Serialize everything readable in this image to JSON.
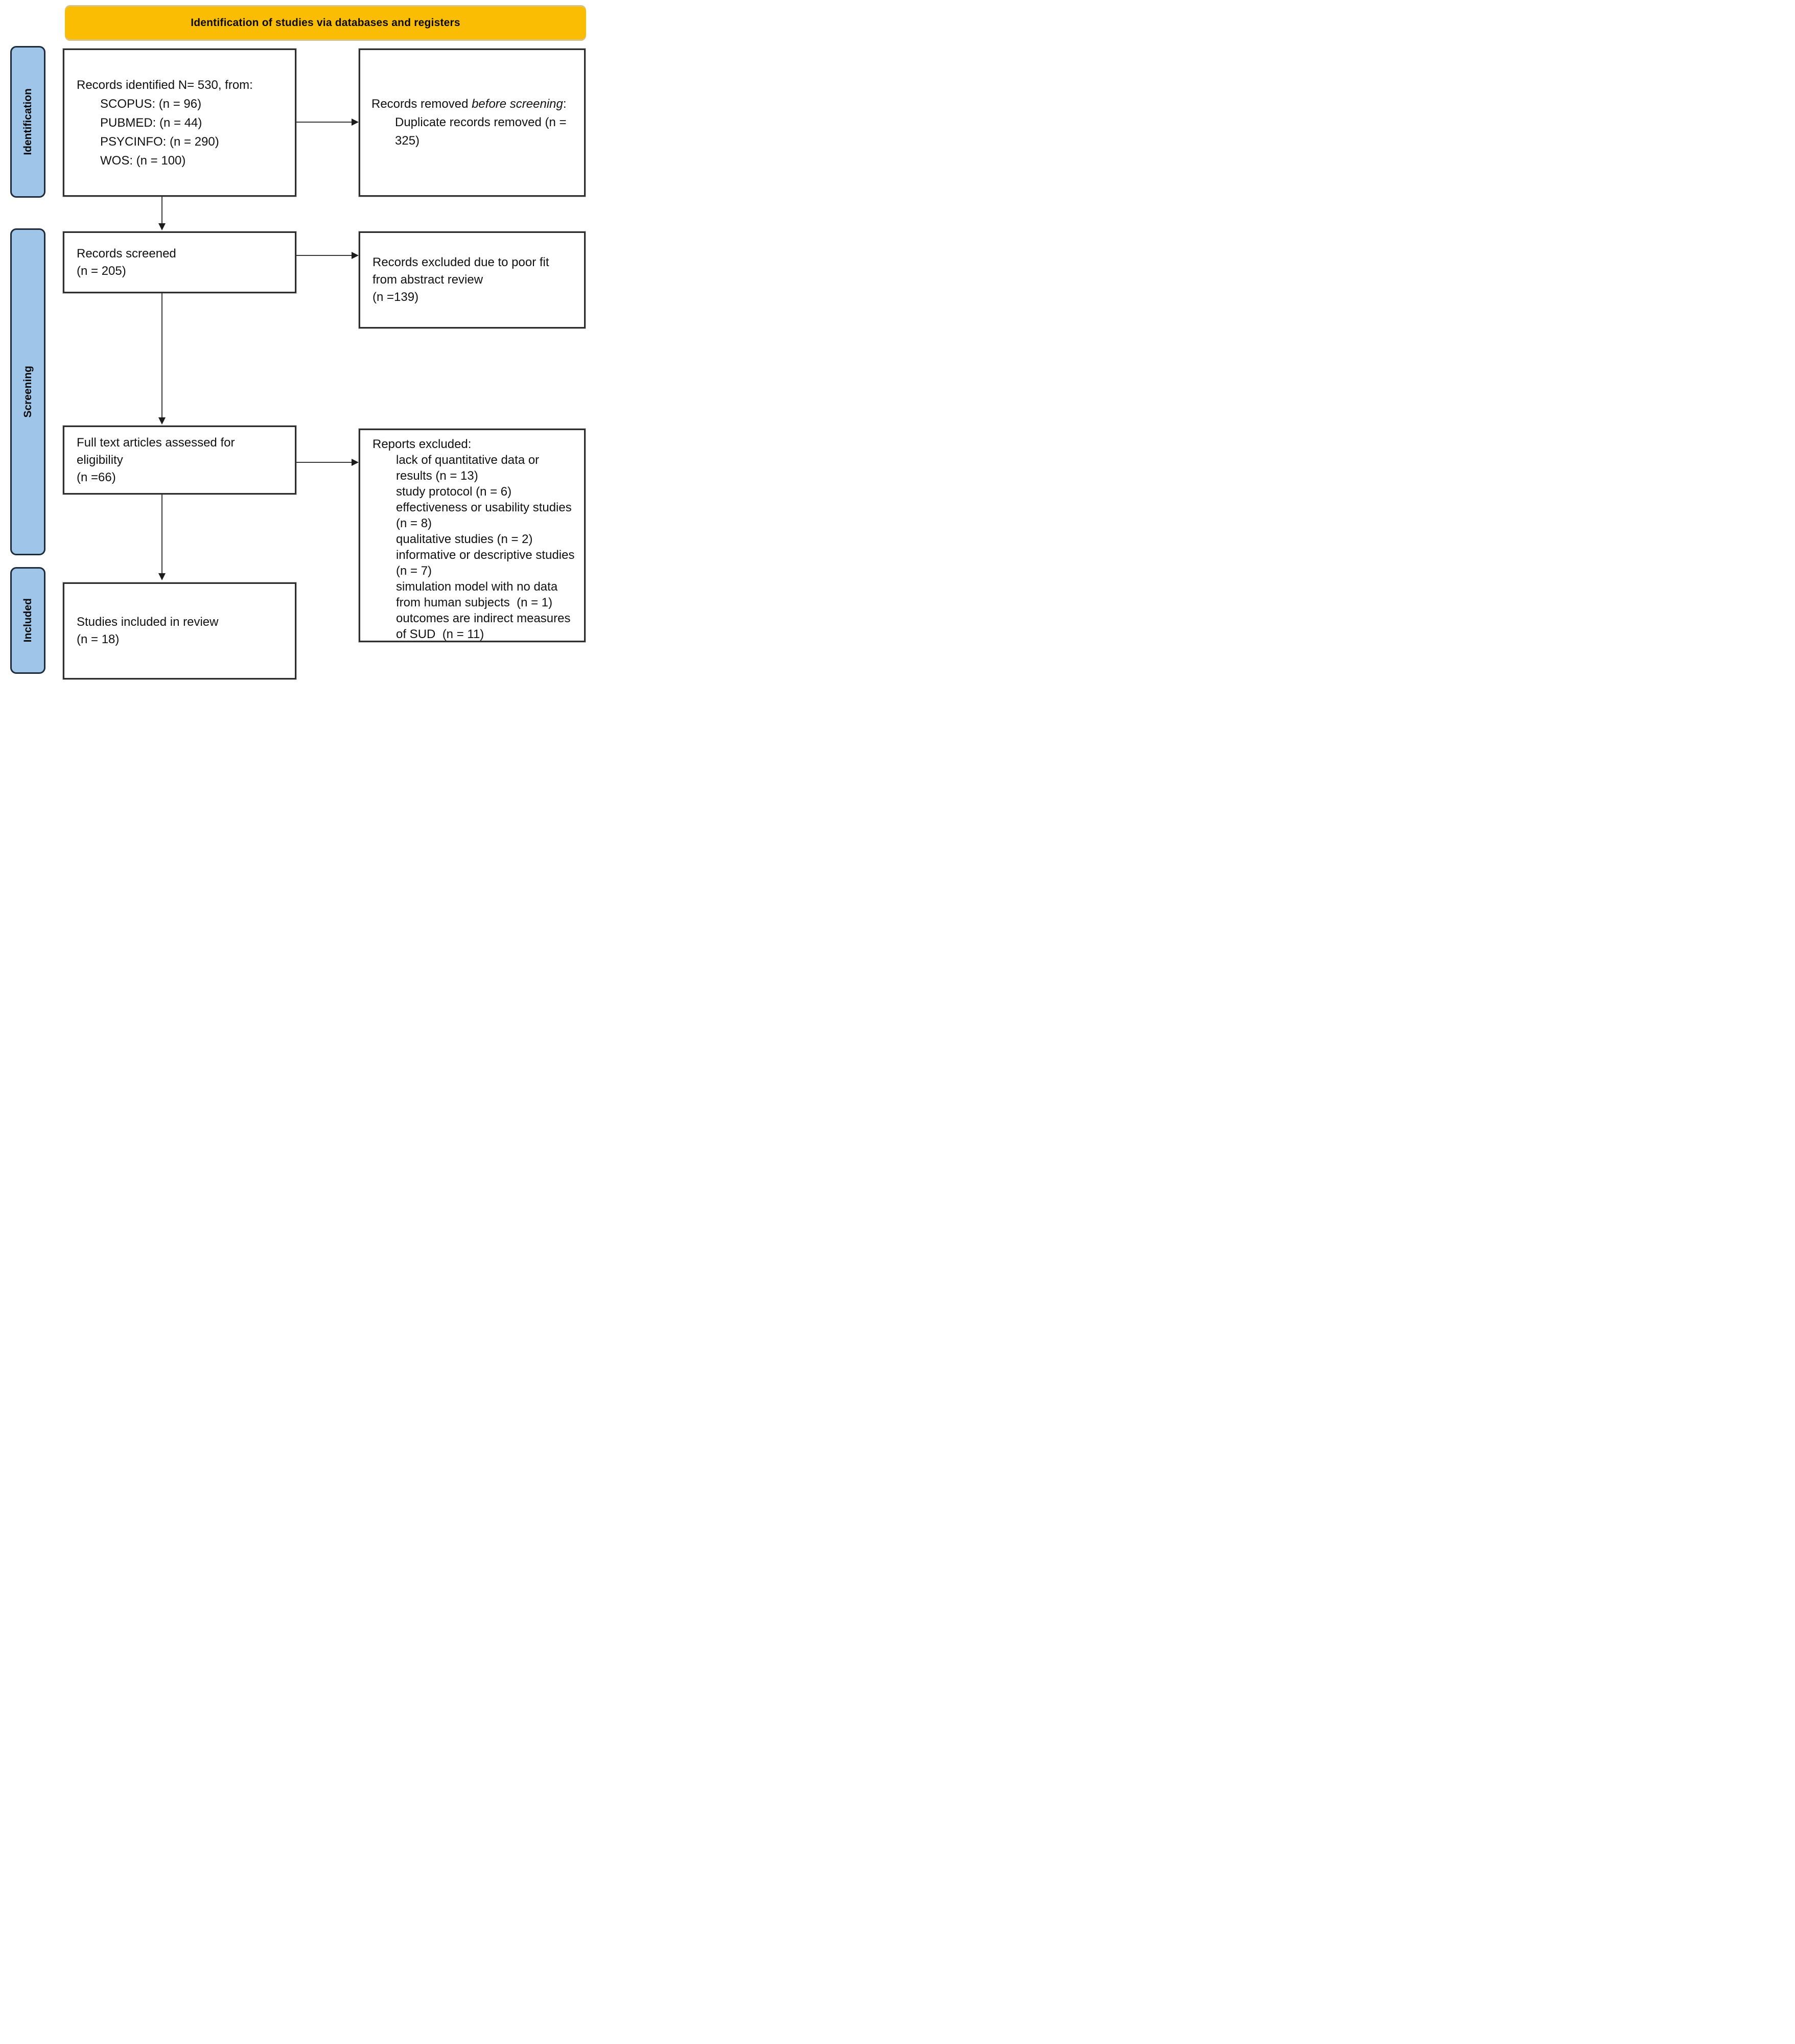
{
  "banner": {
    "title": "Identification of studies via databases and registers"
  },
  "colors": {
    "banner_bg": "#FBBC04",
    "stage_tab_bg": "#9FC5E8",
    "box_border": "#2E2E2E",
    "arrow": "#3A3A3A"
  },
  "stages": [
    {
      "label": "Identification"
    },
    {
      "label": "Screening"
    },
    {
      "label": "Included"
    }
  ],
  "boxes": {
    "identified": {
      "intro": "Records identified N= 530, from:",
      "sources": [
        "SCOPUS: (n = 96)",
        "PUBMED: (n = 44)",
        "PSYCINFO: (n = 290)",
        "WOS: (n = 100)"
      ]
    },
    "removed_before_screening": {
      "lead": "Records removed ",
      "emphasis": "before screening",
      "tail": ":",
      "detail": "Duplicate records removed (n = 325)"
    },
    "screened": {
      "line1": "Records screened",
      "line2": "(n = 205)"
    },
    "excluded_abstract": {
      "line1": "Records excluded due to poor fit",
      "line2": "from abstract review",
      "line3": "(n =139)"
    },
    "full_text": {
      "line1": "Full text articles assessed for",
      "line2": "eligibility",
      "line3": "(n =66)"
    },
    "reports_excluded": {
      "title": "Reports excluded:",
      "reasons": [
        "lack of quantitative data or results (n = 13)",
        "study protocol (n = 6)",
        "effectiveness or usability studies (n = 8)",
        "qualitative studies (n = 2)",
        "informative or descriptive studies  (n = 7)",
        "simulation model with no data from human subjects  (n = 1)",
        "outcomes are indirect measures of SUD  (n = 11)"
      ]
    },
    "included_review": {
      "line1": "Studies included in review",
      "line2": "(n = 18)"
    }
  }
}
